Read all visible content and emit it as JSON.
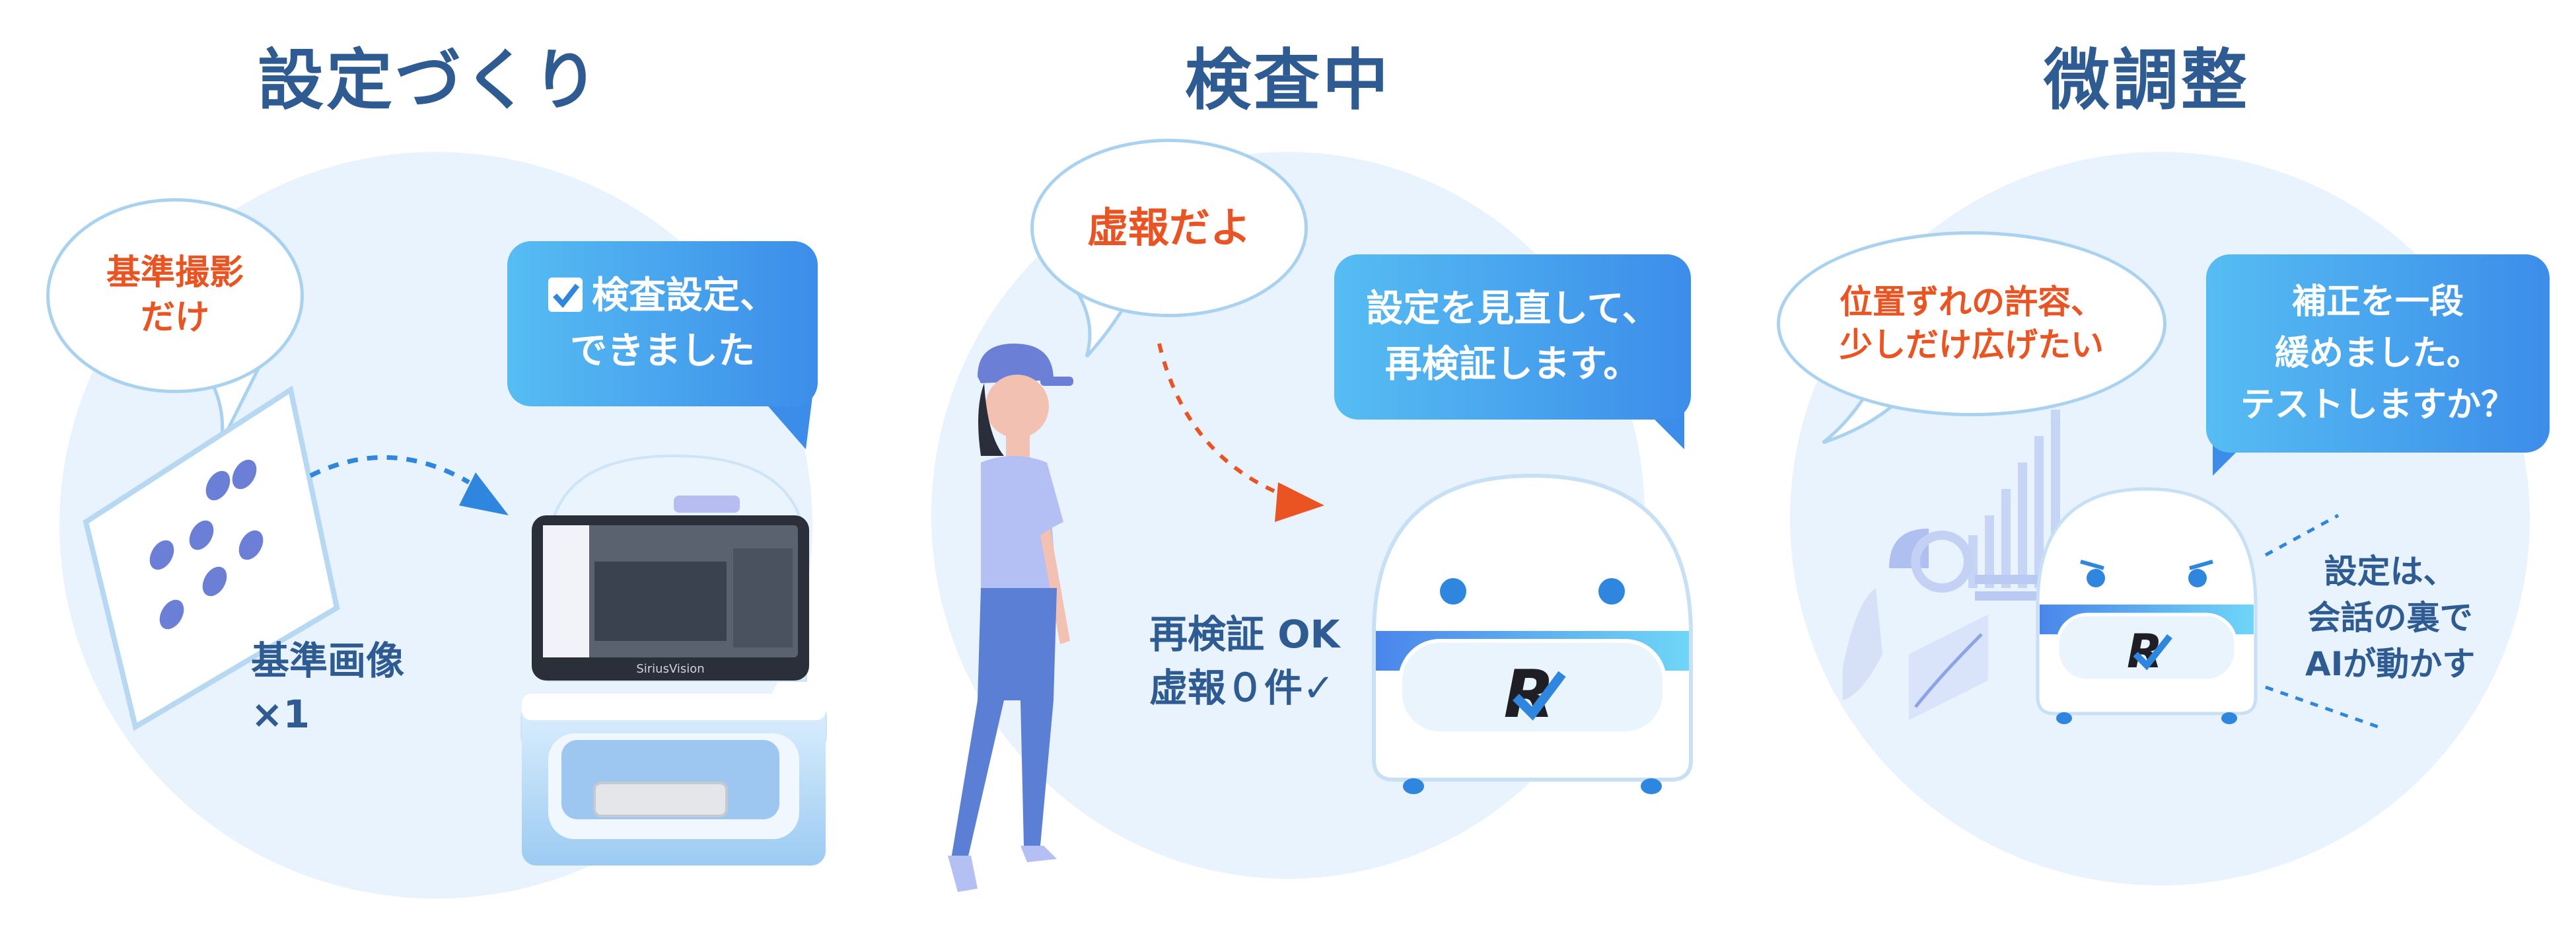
{
  "panels": [
    {
      "title": "設定づくり",
      "cloud_text": [
        "基準撮影",
        "だけ"
      ],
      "bubble_text": [
        "検査設定、",
        "できました"
      ],
      "reference_label": [
        "基準画像",
        "×1"
      ],
      "device_brand": "SiriusVision"
    },
    {
      "title": "検査中",
      "cloud_text": "虚報だよ",
      "bubble_text": [
        "設定を見直して、",
        "再検証します。"
      ],
      "status_label": [
        "再検証 OK",
        "虚報０件✓"
      ]
    },
    {
      "title": "微調整",
      "cloud_text": [
        "位置ずれの許容、",
        "少しだけ広げたい"
      ],
      "bubble_text": [
        "補正を一段",
        "緩めました。",
        "テストしますか？"
      ],
      "ai_label": [
        "設定は、",
        "会話の裏で",
        "AIが動かす"
      ]
    }
  ],
  "colors": {
    "title": "#2f5b93",
    "cloud_text": "#ea5422",
    "bubble_start": "#56bdf3",
    "bubble_end": "#3c8de9",
    "circle_bg": "#e8f3fd"
  },
  "icons": [
    "checkbox-icon",
    "robot-icon",
    "inspection-device-icon",
    "person-icon",
    "check-icon",
    "chart-icon"
  ]
}
